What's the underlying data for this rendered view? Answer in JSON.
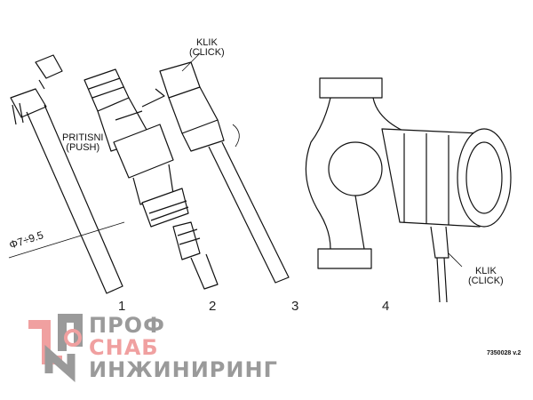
{
  "callouts": {
    "klik_top": {
      "line1": "KLIK",
      "line2": "(CLICK)"
    },
    "push": {
      "line1": "PRITISNI",
      "line2": "(PUSH)"
    },
    "diameter": "Φ7÷9.5",
    "klik_pump": {
      "line1": "KLIK",
      "line2": "(CLICK)"
    }
  },
  "item_numbers": [
    "1",
    "2",
    "3",
    "4"
  ],
  "drawing_code": "7350028  v.2",
  "logo": {
    "line1": "ПРОФ",
    "line2": "СНАБ",
    "line3": "ИНЖИНИРИНГ",
    "gray": "#9a9a9a",
    "red": "#f0a0a0"
  }
}
